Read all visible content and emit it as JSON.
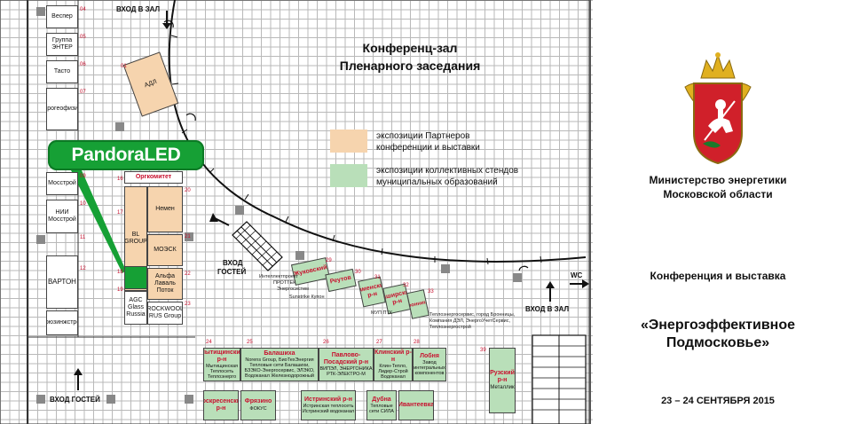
{
  "hall": {
    "title_line1": "Конференц-зал",
    "title_line2": "Пленарного заседания"
  },
  "legend": [
    {
      "color": "#f6d4ae",
      "line1": "экспозиции Партнеров",
      "line2": "конференции и выставки"
    },
    {
      "color": "#b9dfb9",
      "line1": "экспозиции коллективных стендов",
      "line2": "муниципальных образований"
    }
  ],
  "labels": {
    "entrance_top": "ВХОД В ЗАЛ",
    "entrance_right": "ВХОД В ЗАЛ",
    "guests_left": "ВХОД ГОСТЕЙ",
    "guests_mid_1": "ВХОД",
    "guests_mid_2": "ГОСТЕЙ",
    "wc": "WC"
  },
  "sponsor": {
    "text": "PandoraLED"
  },
  "left_booths": [
    {
      "label": "Веспер",
      "num": "04"
    },
    {
      "label": "Группа ЭНТЕР",
      "num": "05"
    },
    {
      "label": "Тасто",
      "num": "06"
    },
    {
      "label": "Аэрогеофизика",
      "num": "07"
    },
    {
      "label": "Мосстрой",
      "num": "09"
    },
    {
      "label": "НИИ Мосстрой",
      "num": "10"
    },
    {
      "label": "ВАРТОН",
      "num": "11"
    },
    {
      "label": "Союзинжстрой",
      "num": "12"
    }
  ],
  "center_booths": {
    "adl": "АДЛ",
    "adl_num": "01",
    "orgkomitet": "Оргкомитет",
    "nemen": "Немен",
    "blgroup": "BL GROUP",
    "moesk": "МОЭСК",
    "alfa": "Альфа Лаваль Поток",
    "agc": "AGC Glass Russia",
    "rockwool": "ROCKWOOL RUS Group",
    "nums": [
      "16",
      "17",
      "18",
      "19",
      "20",
      "21",
      "22",
      "23"
    ]
  },
  "diagonal_booths": [
    {
      "label": "Жуковский",
      "num": "29"
    },
    {
      "label": "Реутов",
      "num": "30"
    },
    {
      "label": "Раменский р-н",
      "num": "31"
    },
    {
      "label": "Каширский р-н",
      "num": "32"
    },
    {
      "label": "Бронницы",
      "num": "33"
    }
  ],
  "diagonal_notes": {
    "note_a": "Интеллектпроект",
    "note_b": "ПРОТТЕК",
    "note_c": "Энергосистем",
    "note_d": "Sunstrike Купон",
    "note_e": "МУП ПТК",
    "note_f": "Теплоэнергосервис, город Бронницы,",
    "note_g": "Компания ДЭЛ, ЭнергоУчетСервис,",
    "note_h": "Теплоэнергострой"
  },
  "bottom_booths_row1": [
    {
      "num": "24",
      "title": "Мытищинский р-н",
      "sub": "Мытищинская Теплосеть Теплоэнерго"
    },
    {
      "num": "25",
      "title": "Балашиха",
      "sub": "Norens Group, БиоТехЭнергия Тепловые сети Балашихи, БЗЭКО-Энергосервис, ЭЛЭКО, Водоканал Железнодорожный"
    },
    {
      "num": "26",
      "title": "Павлово-Посадский р-н",
      "sub": "ВИПЭЛ, ЭНЕРГОНИКА РТК-ЭЛЕКТРО-М"
    },
    {
      "num": "27",
      "title": "Клинский р-н",
      "sub": "Клин-Тепло, Лидер-Строй Водоканал"
    },
    {
      "num": "28",
      "title": "Лобня",
      "sub": "Завод интегральных компонентов"
    }
  ],
  "bottom_booths_row2": [
    {
      "title": "Воскресенский р-н"
    },
    {
      "title": "Фрязино",
      "sub": "ФОКУС"
    },
    {
      "title": "Истринский р-н",
      "sub": "Истринская теплосеть Истринский водоканал"
    },
    {
      "title": "Дубна",
      "sub": "Тепловые сети СИЛА"
    },
    {
      "title": "Ивантеевка"
    }
  ],
  "ruza": {
    "num": "39",
    "title": "Рузский р-н",
    "sub": "Металлик"
  },
  "info": {
    "ministry_line1": "Министерство энергетики",
    "ministry_line2": "Московской области",
    "conference": "Конференция и выставка",
    "event_line1": "«Энергоэффективное",
    "event_line2": "Подмосковье»",
    "dates": "23 – 24 СЕНТЯБРЯ 2015"
  },
  "colors": {
    "partner": "#f6d4ae",
    "municipal": "#b9dfb9",
    "sponsor": "#16a035",
    "accent_red": "#c8102e",
    "emblem_red": "#d0202a",
    "emblem_gold": "#e0b020"
  },
  "icons": [
    "arrow-down-icon",
    "arrow-up-icon",
    "arrow-left-icon",
    "arrow-right-icon",
    "staircase-icon",
    "coat-of-arms-icon"
  ]
}
